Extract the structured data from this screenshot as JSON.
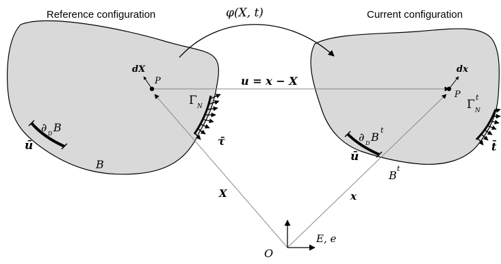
{
  "titles": {
    "reference": "Reference configuration",
    "current": "Current configuration"
  },
  "labels": {
    "mapping": "φ(X, t)",
    "displacement": "u = x − X",
    "dX": "dX",
    "dx": "dx",
    "P_ref": "P",
    "P_cur": "P",
    "gamma_n_ref": "Γ",
    "gamma_n_ref_sub": "N",
    "gamma_n_cur": "Γ",
    "gamma_n_cur_sub": "N",
    "gamma_n_cur_sup": "t",
    "tau_bar_ref": "τ̄",
    "t_bar_cur": "t̄",
    "dirichlet_ref": "∂",
    "dirichlet_ref_sub": "D",
    "dirichlet_ref_body": "B",
    "dirichlet_cur": "∂",
    "dirichlet_cur_sub": "D",
    "dirichlet_cur_body": "B",
    "dirichlet_cur_sup": "t",
    "u_bar_ref": "ū",
    "u_bar_cur": "ū",
    "body_ref": "B",
    "body_cur": "B",
    "body_cur_sup": "t",
    "X_vec": "X",
    "x_vec": "x",
    "origin": "O",
    "basis": "E, e"
  },
  "colors": {
    "body_fill": "#d9d9d9",
    "stroke": "#000000",
    "thin_line": "#888888"
  }
}
